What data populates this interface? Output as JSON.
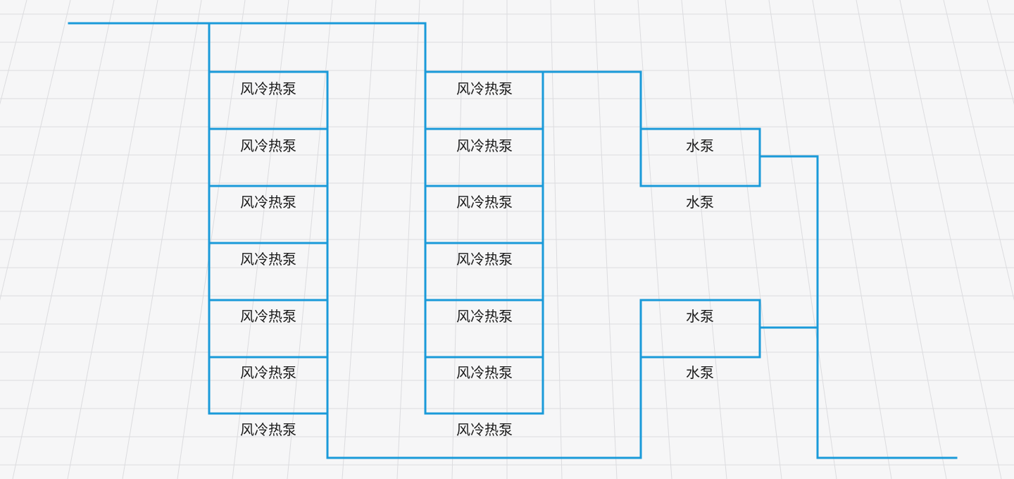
{
  "diagram": {
    "colors": {
      "pipe": "#1a9ad9",
      "grid": "#dcdcdf",
      "background": "#f6f6f7",
      "text": "#1a1a1a"
    },
    "column_a": [
      {
        "label": "风冷热泵"
      },
      {
        "label": "风冷热泵"
      },
      {
        "label": "风冷热泵"
      },
      {
        "label": "风冷热泵"
      },
      {
        "label": "风冷热泵"
      },
      {
        "label": "风冷热泵"
      },
      {
        "label": "风冷热泵"
      }
    ],
    "column_b": [
      {
        "label": "风冷热泵"
      },
      {
        "label": "风冷热泵"
      },
      {
        "label": "风冷热泵"
      },
      {
        "label": "风冷热泵"
      },
      {
        "label": "风冷热泵"
      },
      {
        "label": "风冷热泵"
      },
      {
        "label": "风冷热泵"
      }
    ],
    "pumps": [
      {
        "label": "水泵"
      },
      {
        "label": "水泵"
      },
      {
        "label": "水泵"
      },
      {
        "label": "水泵"
      }
    ]
  }
}
